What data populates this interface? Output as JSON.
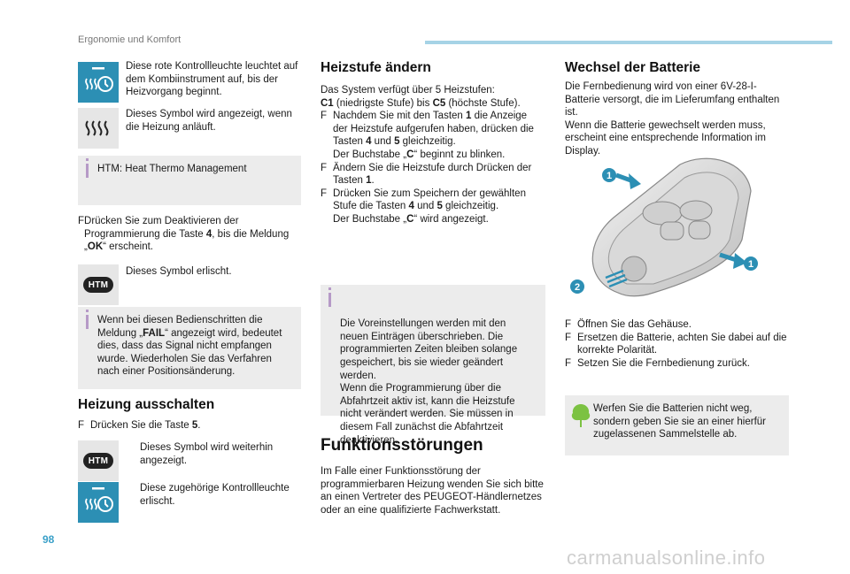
{
  "header": {
    "section": "Ergonomie und Komfort",
    "page_number": "98"
  },
  "watermark": "carmanualsonline.info",
  "col1": {
    "item1": "Diese rote Kontrollleuchte leuchtet auf dem Kombiinstrument auf, bis der Heizvorgang beginnt.",
    "item2": "Dieses Symbol wird angezeigt, wenn die Heizung anläuft.",
    "note1": "HTM: Heat Thermo Management",
    "bullet1_pre": "Drücken Sie zum Deaktivieren der Programmierung die Taste ",
    "bullet1_key": "4",
    "bullet1_mid": ", bis die Meldung „",
    "bullet1_ok": "OK",
    "bullet1_post": "“ erscheint.",
    "item3": "Dieses Symbol erlischt.",
    "note2_pre": "Wenn bei diesen Bedienschritten die Meldung „",
    "note2_fail": "FAIL",
    "note2_post": "“ angezeigt wird, bedeutet dies, dass das Signal nicht empfangen wurde. Wiederholen Sie das Verfahren nach einer Positionsänderung.",
    "heading": "Heizung ausschalten",
    "bullet2_pre": "Drücken Sie die Taste ",
    "bullet2_key": "5",
    "bullet2_post": ".",
    "item4": "Dieses Symbol wird weiterhin angezeigt.",
    "item5": "Diese zugehörige Kontrollleuchte erlischt.",
    "htm_label": "HTM"
  },
  "col2": {
    "heading": "Heizstufe ändern",
    "intro1": "Das System verfügt über 5 Heizstufen:",
    "c1": "C1",
    "intro2a": " (niedrigste Stufe) bis ",
    "c5": "C5",
    "intro2b": " (höchste Stufe).",
    "b1_pre": "Nachdem Sie mit den Tasten ",
    "b1_key": "1",
    "b1_mid": " die Anzeige der Heizstufe aufgerufen haben, drücken die Tasten ",
    "b1_key4": "4",
    "b1_and": " und ",
    "b1_key5": "5",
    "b1_post": " gleichzeitig.",
    "b1_line2_pre": "Der Buchstabe „",
    "b1_c": "C",
    "b1_line2_post": "“ beginnt zu blinken.",
    "b2_pre": "Ändern Sie die Heizstufe durch Drücken der Tasten ",
    "b2_key": "1",
    "b2_post": ".",
    "b3_pre": "Drücken Sie zum Speichern der gewählten Stufe die Tasten ",
    "b3_key4": "4",
    "b3_and": " und ",
    "b3_key5": "5",
    "b3_post": " gleichzeitig.",
    "b3_line2_pre": "Der Buchstabe „",
    "b3_c": "C",
    "b3_line2_post": "“ wird angezeigt.",
    "note": "Die Voreinstellungen werden mit den neuen Einträgen überschrieben. Die programmierten Zeiten bleiben solange gespeichert, bis sie wieder geändert werden.\nWenn die Programmierung über die Abfahrtzeit aktiv ist, kann die Heizstufe nicht verändert werden. Sie müssen in diesem Fall zunächst die Abfahrtzeit deaktivieren.",
    "heading_big": "Funktionsstörungen",
    "malfunction": "Im Falle einer Funktionsstörung der programmierbaren Heizung wenden Sie sich bitte an einen Vertreter des PEUGEOT-Händlernetzes oder an eine qualifizierte Fachwerkstatt."
  },
  "col3": {
    "heading": "Wechsel der Batterie",
    "intro": "Die Fernbedienung wird von einer 6V-28-I-Batterie versorgt, die im Lieferumfang enthalten ist.\nWenn die Batterie gewechselt werden muss, erscheint eine entsprechende Information im Display.",
    "callout1": "1",
    "callout2": "2",
    "b1": "Öffnen Sie das Gehäuse.",
    "b2": "Ersetzen die Batterie, achten Sie dabei auf die korrekte Polarität.",
    "b3": "Setzen Sie die Fernbedienung zurück.",
    "eco_note": "Werfen Sie die Batterien nicht weg, sondern geben Sie sie an einer hierfür zugelassenen Sammelstelle ab."
  },
  "bullet_symbol": "F",
  "colors": {
    "accent_blue": "#2c8fb4",
    "note_bg": "#ececec",
    "header_line": "#a6d3e6",
    "eco_green": "#7cc242"
  }
}
